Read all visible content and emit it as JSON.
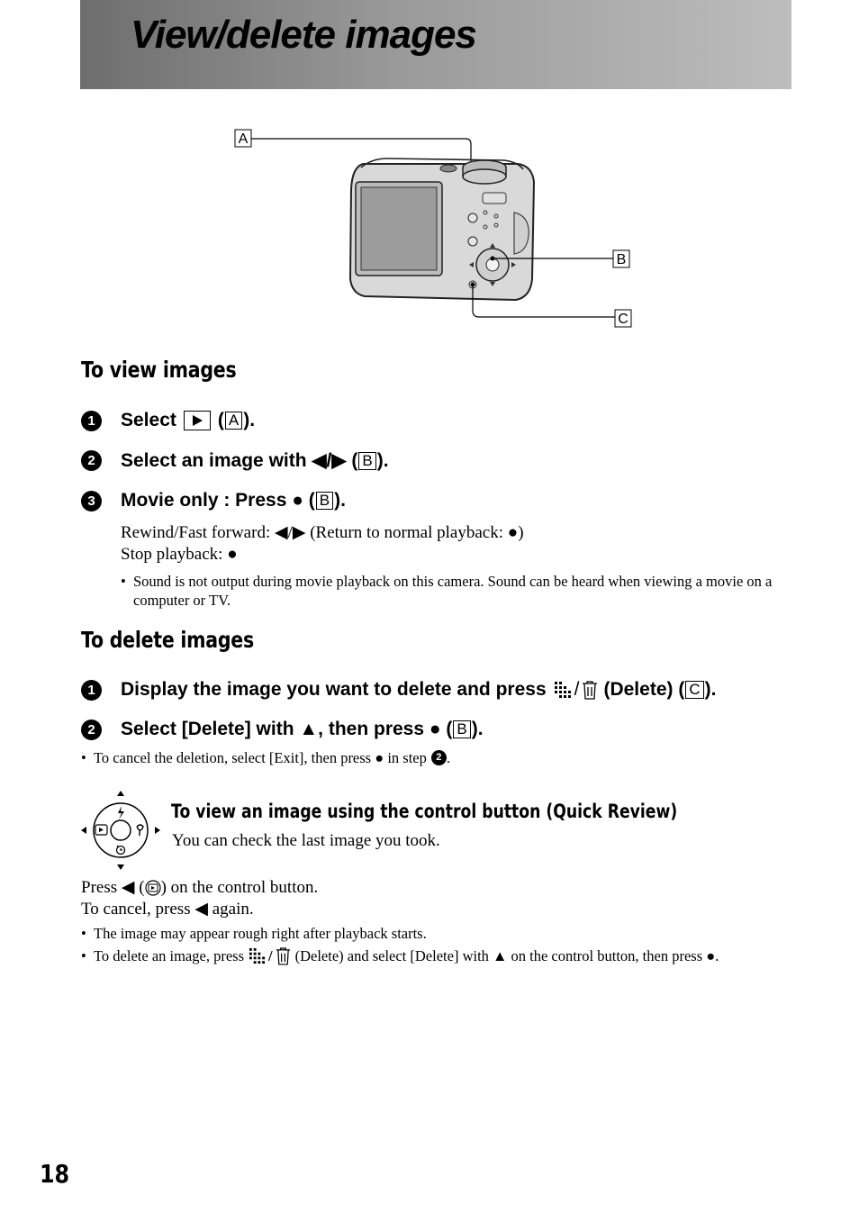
{
  "page": {
    "title": "View/delete images",
    "page_number": "18"
  },
  "figure": {
    "callouts": [
      "A",
      "B",
      "C"
    ]
  },
  "view_section": {
    "heading": "To view images",
    "step1": {
      "num": "1",
      "text": "Select",
      "paren_open": "(",
      "ref": "A",
      "paren_close": ")."
    },
    "step2": {
      "num": "2",
      "text": "Select an image with ◀/▶ (",
      "ref": "B",
      "paren_close": ")."
    },
    "step3": {
      "num": "3",
      "text": "Movie only : Press ● (",
      "ref": "B",
      "paren_close": ")."
    },
    "body_line1": "Rewind/Fast forward: ◀/▶ (Return to normal playback: ●)",
    "body_line2": "Stop playback: ●",
    "note_bullet": "•",
    "note": "Sound is not output during movie playback on this camera. Sound can be heard when viewing a movie on a computer or TV."
  },
  "delete_section": {
    "heading": "To delete images",
    "step1": {
      "num": "1",
      "text_a": "Display the image you want to delete and press",
      "text_b": "(Delete) (",
      "ref": "C",
      "paren_close": ")."
    },
    "step2": {
      "num": "2",
      "text": "Select [Delete] with ▲, then press ● (",
      "ref": "B",
      "paren_close": ")."
    },
    "note_bullet": "•",
    "note_a": "To cancel the deletion, select [Exit], then press ● in step",
    "note_num": "2",
    "note_end": "."
  },
  "quick_review": {
    "heading": "To view an image using the control button (Quick Review)",
    "subtitle": "You can check the last image you took.",
    "press_a": "Press ◀ (",
    "press_b": ") on the control button.",
    "cancel": "To cancel, press ◀ again.",
    "bullet": "•",
    "note1": "The image may appear rough right after playback starts.",
    "note2_a": "To delete an image, press",
    "note2_b": "(Delete) and select [Delete] with ▲ on the control button, then press ●."
  },
  "icons": [
    "play-icon",
    "index-grid-icon",
    "trash-icon",
    "control-button-icon",
    "quick-review-icon"
  ]
}
